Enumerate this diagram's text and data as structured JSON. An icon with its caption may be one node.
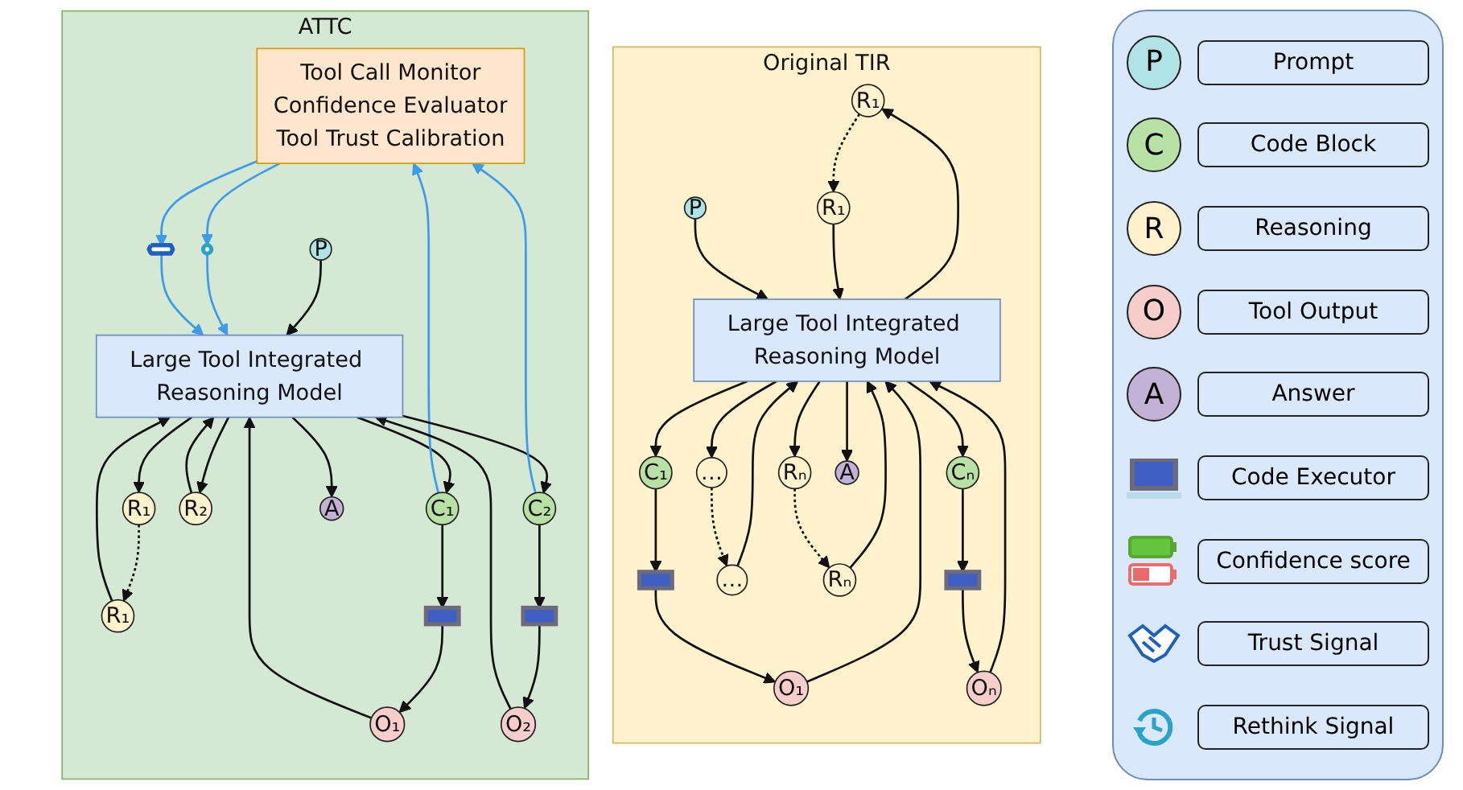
{
  "diagram": {
    "nodes": [
      {
        "text": [
          "Original TIR"
        ]
      },
      {
        "text": [
          "R₁"
        ],
        "in": 0
      },
      {
        "text": [
          "C₁"
        ],
        "in": 0
      },
      {
        "text": [],
        "shape": "laptop",
        "in": 0
      },
      {
        "text": [
          "O₁"
        ],
        "in": 0
      },
      {
        "text": [
          "…"
        ],
        "in": 0
      },
      {
        "text": [
          "Rₙ"
        ],
        "in": 0
      },
      {
        "text": [
          "A"
        ],
        "in": 0
      },
      {
        "text": [
          "Large Tool Integrated Reasoning Model"
        ],
        "in": 0
      },
      {
        "text": [
          "P"
        ],
        "in": 0
      },
      {
        "text": [
          "R₁"
        ],
        "in": 0
      },
      {
        "text": [
          "…"
        ],
        "in": 0
      },
      {
        "text": [
          "Rₙ"
        ],
        "in": 0
      },
      {
        "text": [
          "Cₙ"
        ],
        "in": 0
      },
      {
        "text": [],
        "shape": "laptop",
        "in": 0
      },
      {
        "text": [
          "Oₙ"
        ],
        "in": 0
      },
      {
        "text": [
          "ATTC"
        ]
      },
      {
        "text": [
          "Tool Call Monitor",
          "Confidence Evaluator",
          "Tool Trust Calibration"
        ],
        "in": 16
      },
      {
        "text": [
          "R₁"
        ],
        "in": 16
      },
      {
        "text": [
          "C₁"
        ],
        "in": 16
      },
      {
        "text": [],
        "shape": "laptop",
        "in": 16
      },
      {
        "text": [
          "O₁"
        ],
        "in": 16
      },
      {
        "text": [],
        "shape": "clock",
        "in": 16
      },
      {
        "text": [
          "C₂"
        ],
        "in": 16
      },
      {
        "text": [],
        "shape": "laptop",
        "in": 16
      },
      {
        "text": [
          "O₂"
        ],
        "in": 16
      },
      {
        "text": [],
        "shape": "handshake",
        "in": 16
      },
      {
        "text": [
          "Large Tool Integrated Reasoning Model"
        ],
        "in": 16
      },
      {
        "text": [
          "P"
        ],
        "in": 16
      },
      {
        "text": [
          "R₁"
        ],
        "in": 16
      },
      {
        "text": [
          "R₂"
        ],
        "in": 16
      },
      {
        "text": [
          "A"
        ],
        "in": 16
      }
    ],
    "edges": [
      {
        "from": 9,
        "to": 8,
        "arrow": "to"
      },
      {
        "from": 8,
        "to": 1,
        "arrow": "to"
      },
      {
        "from": 1,
        "to": 10,
        "arrow": "to",
        "style": "dashed"
      },
      {
        "from": 10,
        "to": 8,
        "arrow": "to"
      },
      {
        "from": 8,
        "to": 2,
        "arrow": "to"
      },
      {
        "from": 2,
        "to": 3,
        "arrow": "to"
      },
      {
        "from": 3,
        "to": 4,
        "arrow": "to"
      },
      {
        "from": 4,
        "to": 8,
        "arrow": "to"
      },
      {
        "from": 8,
        "to": 11,
        "arrow": "to"
      },
      {
        "from": 11,
        "to": 5,
        "arrow": "to",
        "style": "dashed"
      },
      {
        "from": 5,
        "to": 8,
        "arrow": "to"
      },
      {
        "from": 8,
        "to": 12,
        "arrow": "to"
      },
      {
        "from": 12,
        "to": 6,
        "arrow": "to",
        "style": "dashed"
      },
      {
        "from": 6,
        "to": 8,
        "arrow": "to"
      },
      {
        "from": 8,
        "to": 13,
        "arrow": "to"
      },
      {
        "from": 13,
        "to": 14,
        "arrow": "to"
      },
      {
        "from": 14,
        "to": 15,
        "arrow": "to"
      },
      {
        "from": 15,
        "to": 8,
        "arrow": "to"
      },
      {
        "from": 8,
        "to": 7,
        "arrow": "to"
      },
      {
        "from": 28,
        "to": 27,
        "arrow": "to"
      },
      {
        "from": 27,
        "to": 18,
        "arrow": "to"
      },
      {
        "from": 18,
        "to": 29,
        "arrow": "to",
        "style": "dashed"
      },
      {
        "from": 29,
        "to": 27,
        "arrow": "to"
      },
      {
        "from": 27,
        "to": 19,
        "arrow": "to"
      },
      {
        "from": 19,
        "to": 20,
        "arrow": "to"
      },
      {
        "from": 19,
        "to": 17,
        "arrow": "to",
        "color": "#3d9be9"
      },
      {
        "from": 20,
        "to": 21,
        "arrow": "to"
      },
      {
        "from": 21,
        "to": 27,
        "arrow": "to"
      },
      {
        "from": 17,
        "to": 22,
        "arrow": "to",
        "color": "#3d9be9"
      },
      {
        "from": 22,
        "to": 27,
        "arrow": "to",
        "color": "#3d9be9"
      },
      {
        "from": 27,
        "to": 30,
        "arrow": "to"
      },
      {
        "from": 30,
        "to": 27,
        "arrow": "to"
      },
      {
        "from": 27,
        "to": 23,
        "arrow": "to"
      },
      {
        "from": 23,
        "to": 24,
        "arrow": "to"
      },
      {
        "from": 23,
        "to": 17,
        "arrow": "to",
        "color": "#3d9be9"
      },
      {
        "from": 24,
        "to": 25,
        "arrow": "to"
      },
      {
        "from": 25,
        "to": 27,
        "arrow": "to"
      },
      {
        "from": 17,
        "to": 26,
        "arrow": "to",
        "color": "#3d9be9"
      },
      {
        "from": 26,
        "to": 27,
        "arrow": "to",
        "color": "#3d9be9"
      },
      {
        "from": 27,
        "to": 31,
        "arrow": "to"
      }
    ],
    "labels": [
      "P",
      "C",
      "R",
      "O",
      "A"
    ],
    "legend": [
      {
        "text": "Prompt",
        "color": "#b0e3e6"
      },
      {
        "text": "Code Block",
        "color": "#b9e0a5"
      },
      {
        "text": "Reasoning",
        "color": "#fff2cc"
      },
      {
        "text": "Tool Output",
        "color": "#f8cecc"
      },
      {
        "text": "Answer",
        "color": "#c3b1d6"
      },
      {
        "text": "Code Executor"
      },
      {
        "text": "Confidence score"
      },
      {
        "text": "Trust Signal"
      },
      {
        "text": "Rethink Signal"
      }
    ]
  }
}
